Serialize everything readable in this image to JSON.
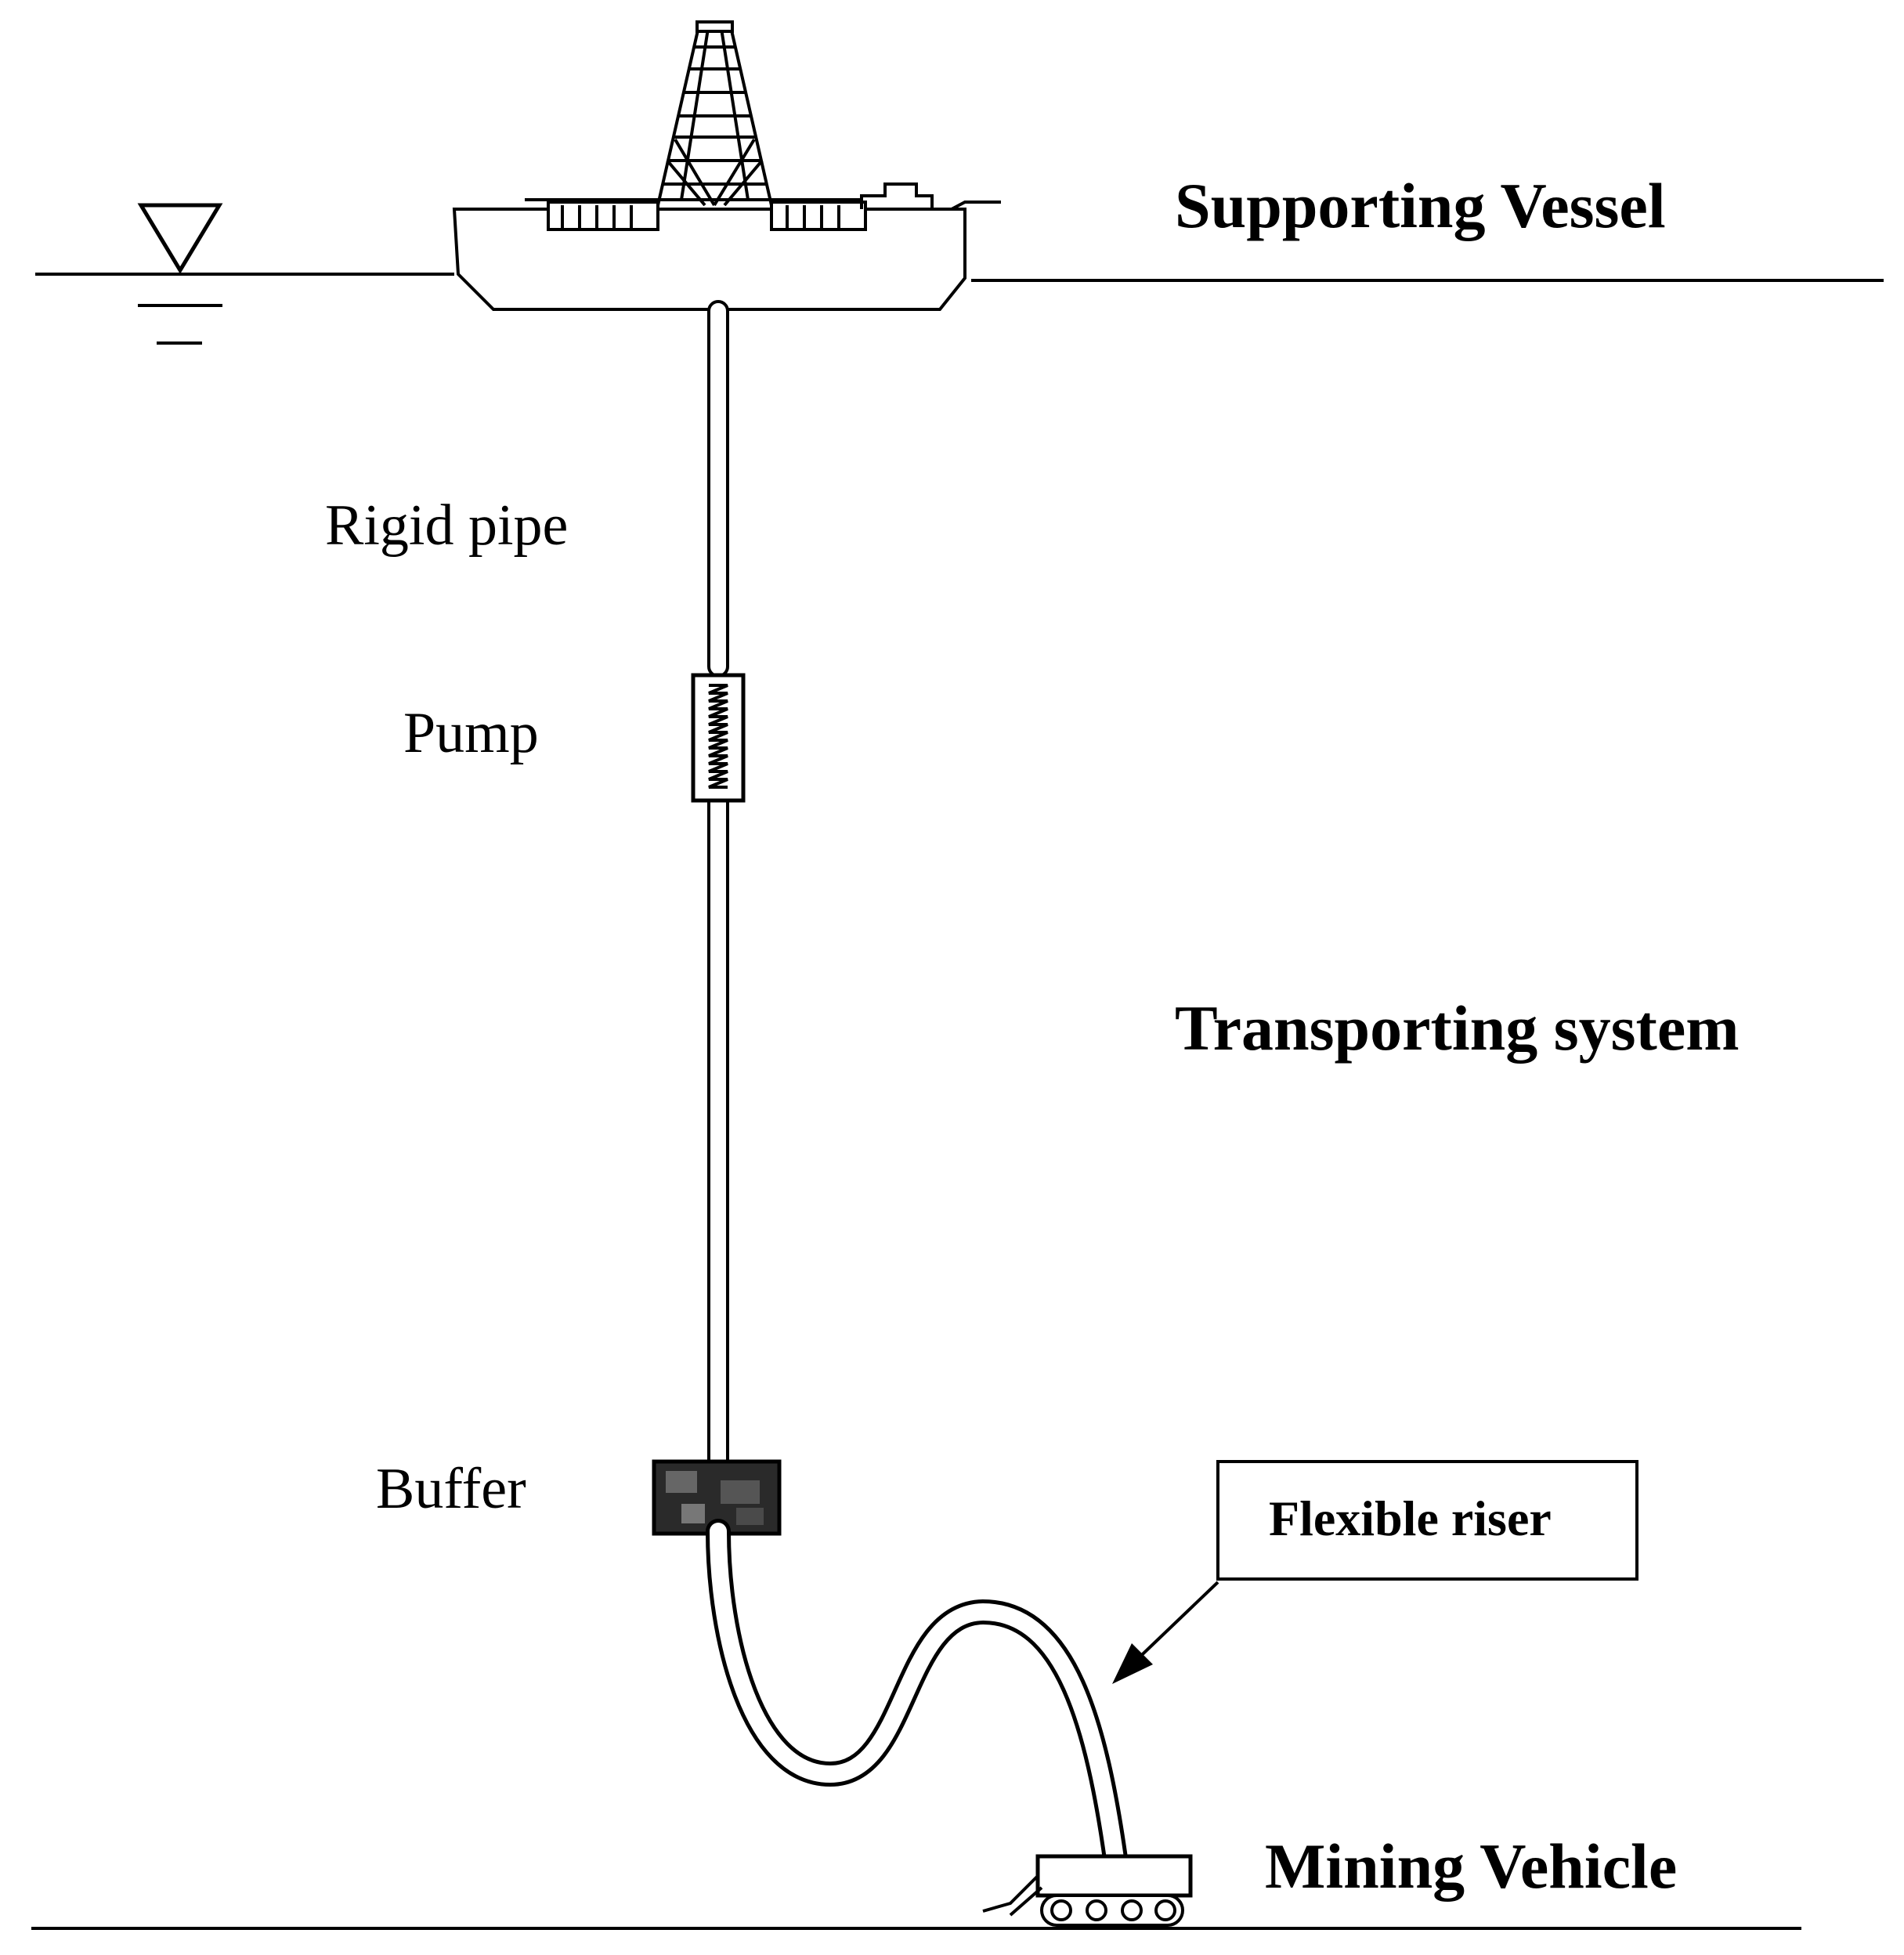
{
  "labels": {
    "supporting_vessel": "Supporting Vessel",
    "rigid_pipe": "Rigid pipe",
    "pump": "Pump",
    "transporting_system": "Transporting system",
    "buffer": "Buffer",
    "flexible_riser": "Flexible riser",
    "mining_vehicle": "Mining Vehicle"
  },
  "colors": {
    "line": "#000000",
    "background": "#ffffff"
  }
}
